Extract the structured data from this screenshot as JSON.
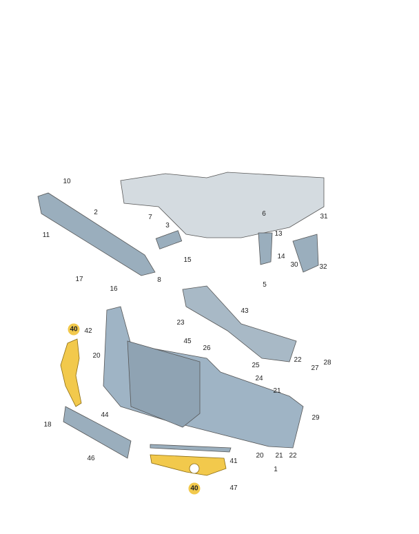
{
  "diagram": {
    "highlight_color": "#f2c94c",
    "part_color": "#9aaebd",
    "labels": {
      "p1": "1",
      "p2": "2",
      "p3": "3",
      "p5": "5",
      "p6": "6",
      "p7": "7",
      "p8": "8",
      "p10": "10",
      "p11": "11",
      "p13": "13",
      "p14": "14",
      "p15": "15",
      "p16": "16",
      "p17": "17",
      "p18": "18",
      "p20a": "20",
      "p20b": "20",
      "p21a": "21",
      "p21b": "21",
      "p22a": "22",
      "p22b": "22",
      "p23": "23",
      "p24": "24",
      "p25": "25",
      "p26": "26",
      "p27": "27",
      "p28": "28",
      "p29": "29",
      "p30": "30",
      "p31": "31",
      "p32": "32",
      "p40a": "40",
      "p40b": "40",
      "p41": "41",
      "p42": "42",
      "p43": "43",
      "p44": "44",
      "p45": "45",
      "p46": "46",
      "p47": "47"
    }
  }
}
